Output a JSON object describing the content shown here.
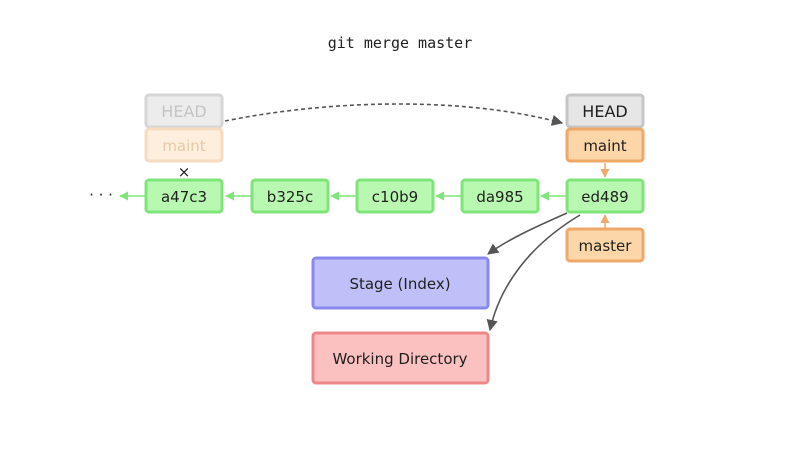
{
  "command": "git merge master",
  "ellipsis": "· · ·",
  "commits": [
    "a47c3",
    "b325c",
    "c10b9",
    "da985",
    "ed489"
  ],
  "old_refs": {
    "head": "HEAD",
    "branch": "maint",
    "removed_marker": "×"
  },
  "new_refs": {
    "head": "HEAD",
    "branch": "maint",
    "merged_branch": "master"
  },
  "areas": {
    "stage": "Stage (Index)",
    "working_directory": "Working Directory"
  },
  "colors": {
    "commit_fill": "#b9f8b0",
    "commit_stroke": "#7fe47a",
    "ref_fill": "#fcd5a8",
    "ref_stroke": "#f0a868",
    "head_fill": "#e6e6e6",
    "head_stroke": "#c6c6c6",
    "stage_fill": "#c0c0f9",
    "stage_stroke": "#8888ee",
    "workdir_fill": "#fbc0c0",
    "workdir_stroke": "#ee8888"
  }
}
